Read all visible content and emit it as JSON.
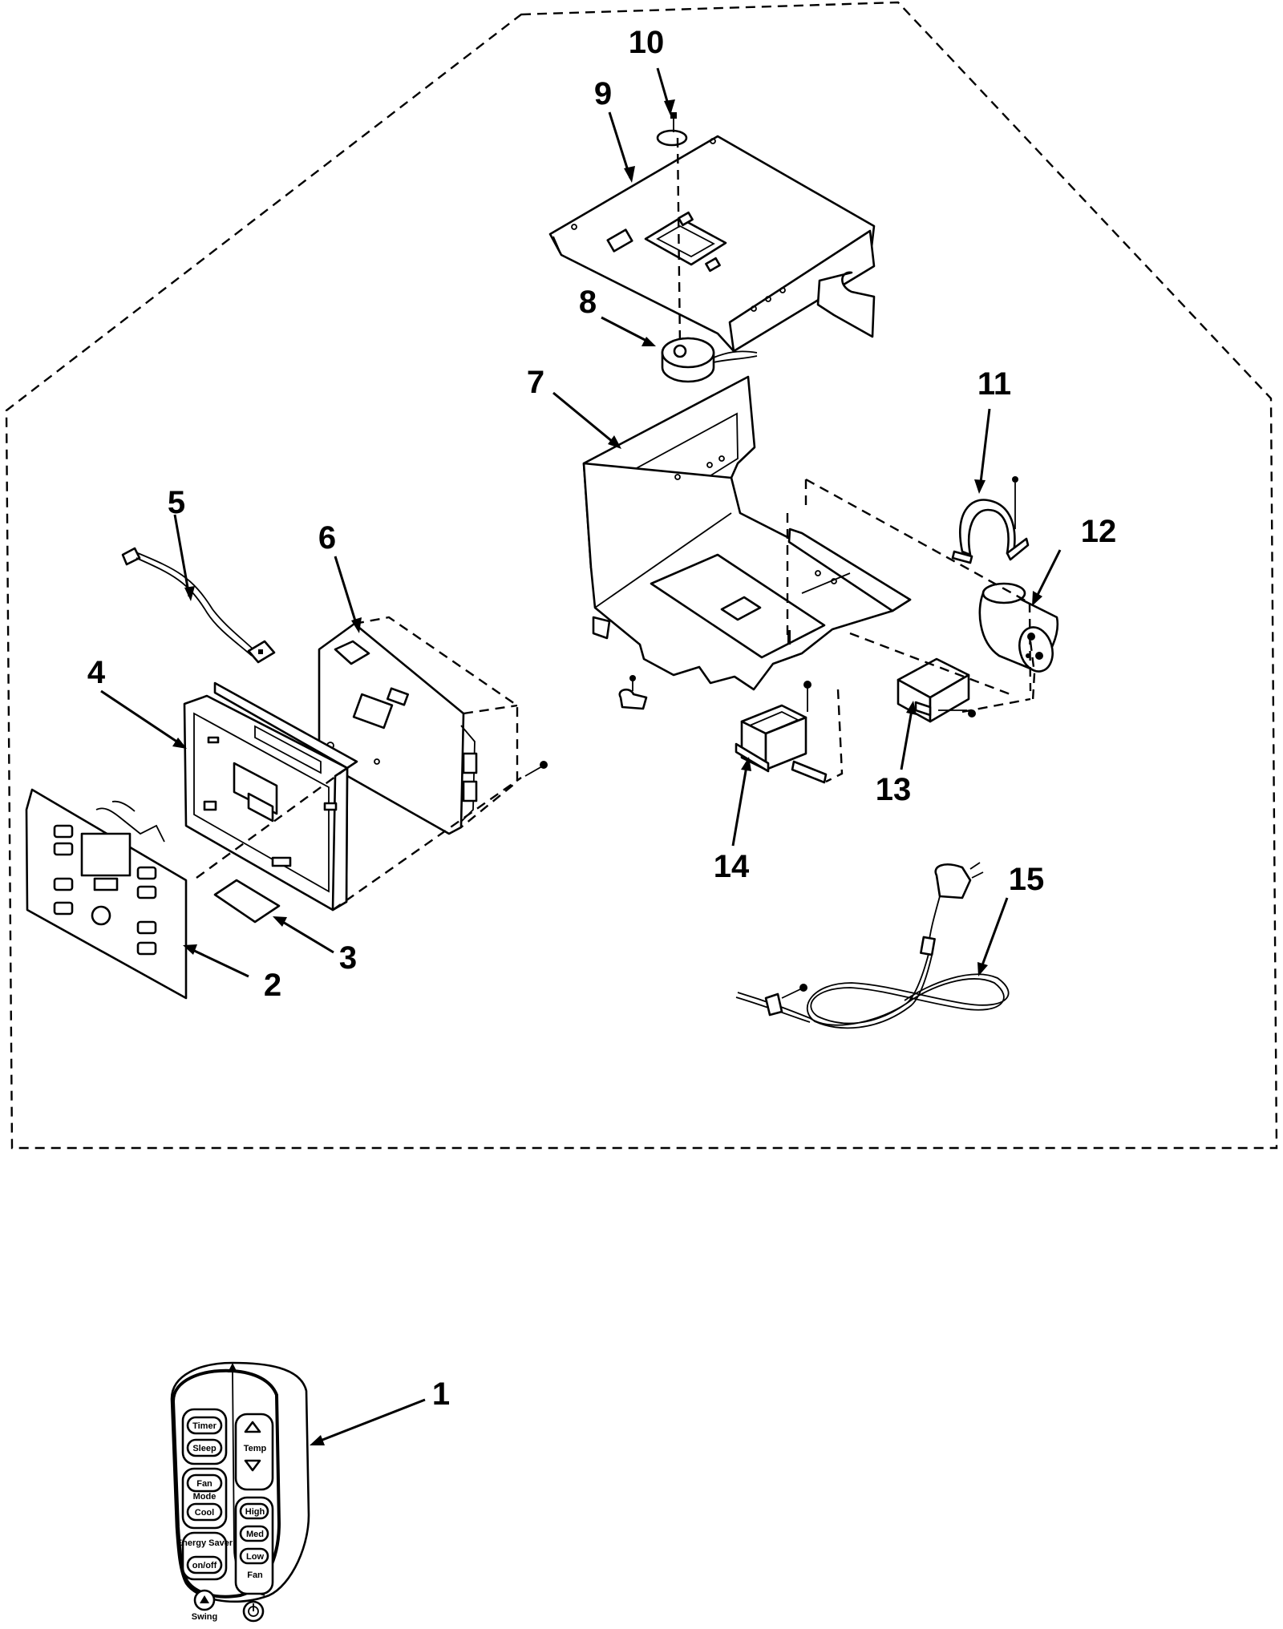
{
  "callouts": [
    {
      "id": "1",
      "label": "1"
    },
    {
      "id": "2",
      "label": "2"
    },
    {
      "id": "3",
      "label": "3"
    },
    {
      "id": "4",
      "label": "4"
    },
    {
      "id": "5",
      "label": "5"
    },
    {
      "id": "6",
      "label": "6"
    },
    {
      "id": "7",
      "label": "7"
    },
    {
      "id": "8",
      "label": "8"
    },
    {
      "id": "9",
      "label": "9"
    },
    {
      "id": "10",
      "label": "10"
    },
    {
      "id": "11",
      "label": "11"
    },
    {
      "id": "12",
      "label": "12"
    },
    {
      "id": "13",
      "label": "13"
    },
    {
      "id": "14",
      "label": "14"
    },
    {
      "id": "15",
      "label": "15"
    }
  ],
  "remote_buttons": {
    "timer": "Timer",
    "sleep": "Sleep",
    "fan": "Fan",
    "mode": "Mode",
    "cool": "Cool",
    "energy_saver": "Energy Saver",
    "on_off": "on/off",
    "temp": "Temp",
    "high": "High",
    "med": "Med",
    "low": "Low",
    "fan_speed": "Fan",
    "swing": "Swing"
  }
}
